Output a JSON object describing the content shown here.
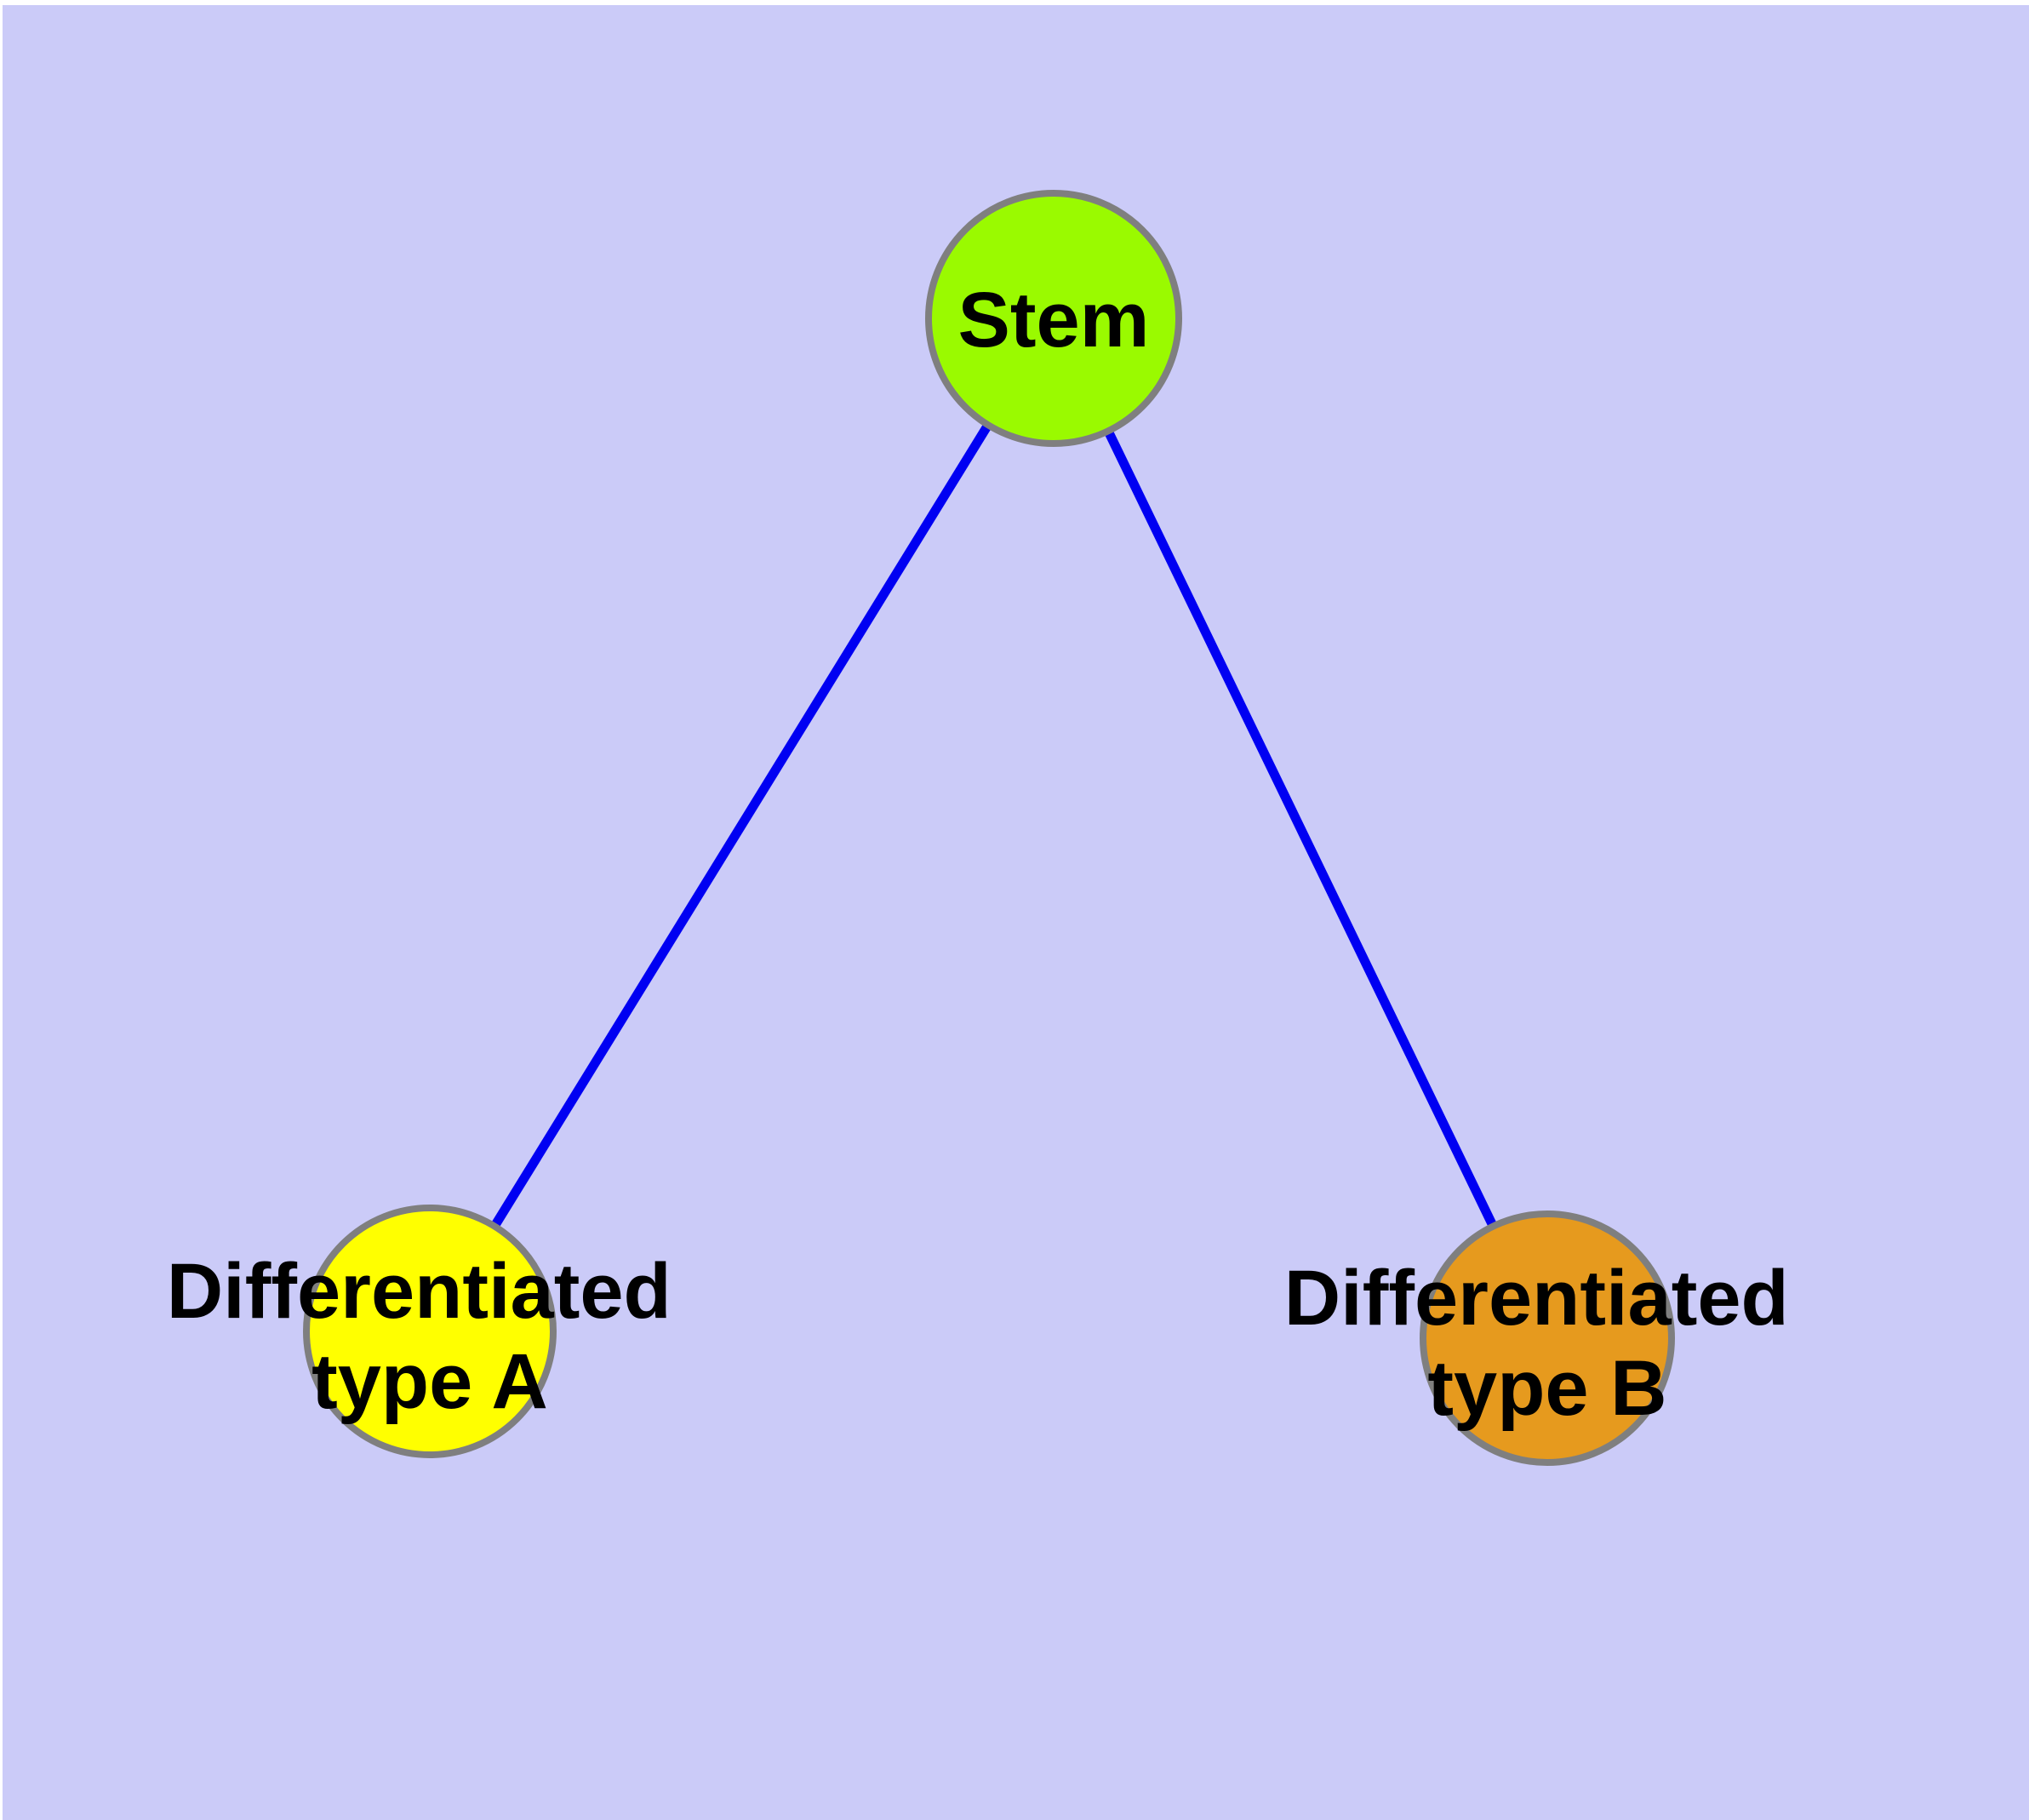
{
  "colors": {
    "page_margin": "#ffffff",
    "background": "#cbcbf8",
    "edge": "#0000f2",
    "node_border": "#7f7f7f",
    "label_text": "#000000"
  },
  "nodes": [
    {
      "id": "stem",
      "label_lines": [
        "Stem"
      ],
      "fill": "#9afa00"
    },
    {
      "id": "differentiated-type-a",
      "label_lines": [
        "Differentiated",
        "type A"
      ],
      "fill": "#ffff00"
    },
    {
      "id": "differentiated-type-b",
      "label_lines": [
        "Differentiated",
        "type B"
      ],
      "fill": "#e69a1e"
    }
  ],
  "edges": [
    {
      "from": "stem",
      "to": "differentiated-type-a"
    },
    {
      "from": "stem",
      "to": "differentiated-type-b"
    }
  ]
}
